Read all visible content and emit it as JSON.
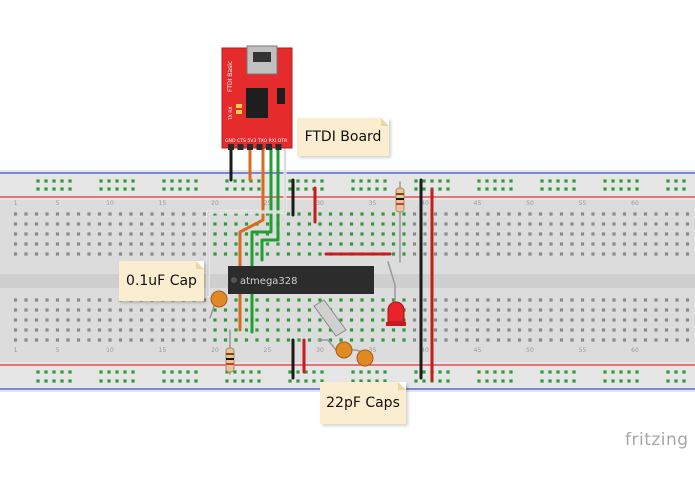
{
  "ftdi": {
    "title": "FTDI Basic",
    "led_labels": "TX RX",
    "pin_labels": "GND CTS 5V3 TXO RXI DTR"
  },
  "chip": {
    "label": "atmega328"
  },
  "notes": {
    "ftdi_board": "FTDI Board",
    "cap_01uf": "0.1uF Cap",
    "caps_22pf": "22pF Caps"
  },
  "breadboard": {
    "column_numbers": [
      "1",
      "5",
      "10",
      "15",
      "20",
      "25",
      "30",
      "35",
      "40",
      "45",
      "50",
      "55",
      "60"
    ]
  },
  "watermark": "fritzing",
  "colors": {
    "ftdi_board": "#e52b2b",
    "breadboard": "#d9d9d9",
    "rail_red": "#d33",
    "rail_blue": "#3455c9",
    "hole_green": "#2e9b3b",
    "wire_orange": "#d96a1e",
    "wire_green": "#1f9e32",
    "wire_red": "#c81b1b",
    "wire_black": "#1a1a1a",
    "cap_orange": "#e08a25",
    "led_red": "#e8242a",
    "note_bg": "#fbeed0"
  }
}
